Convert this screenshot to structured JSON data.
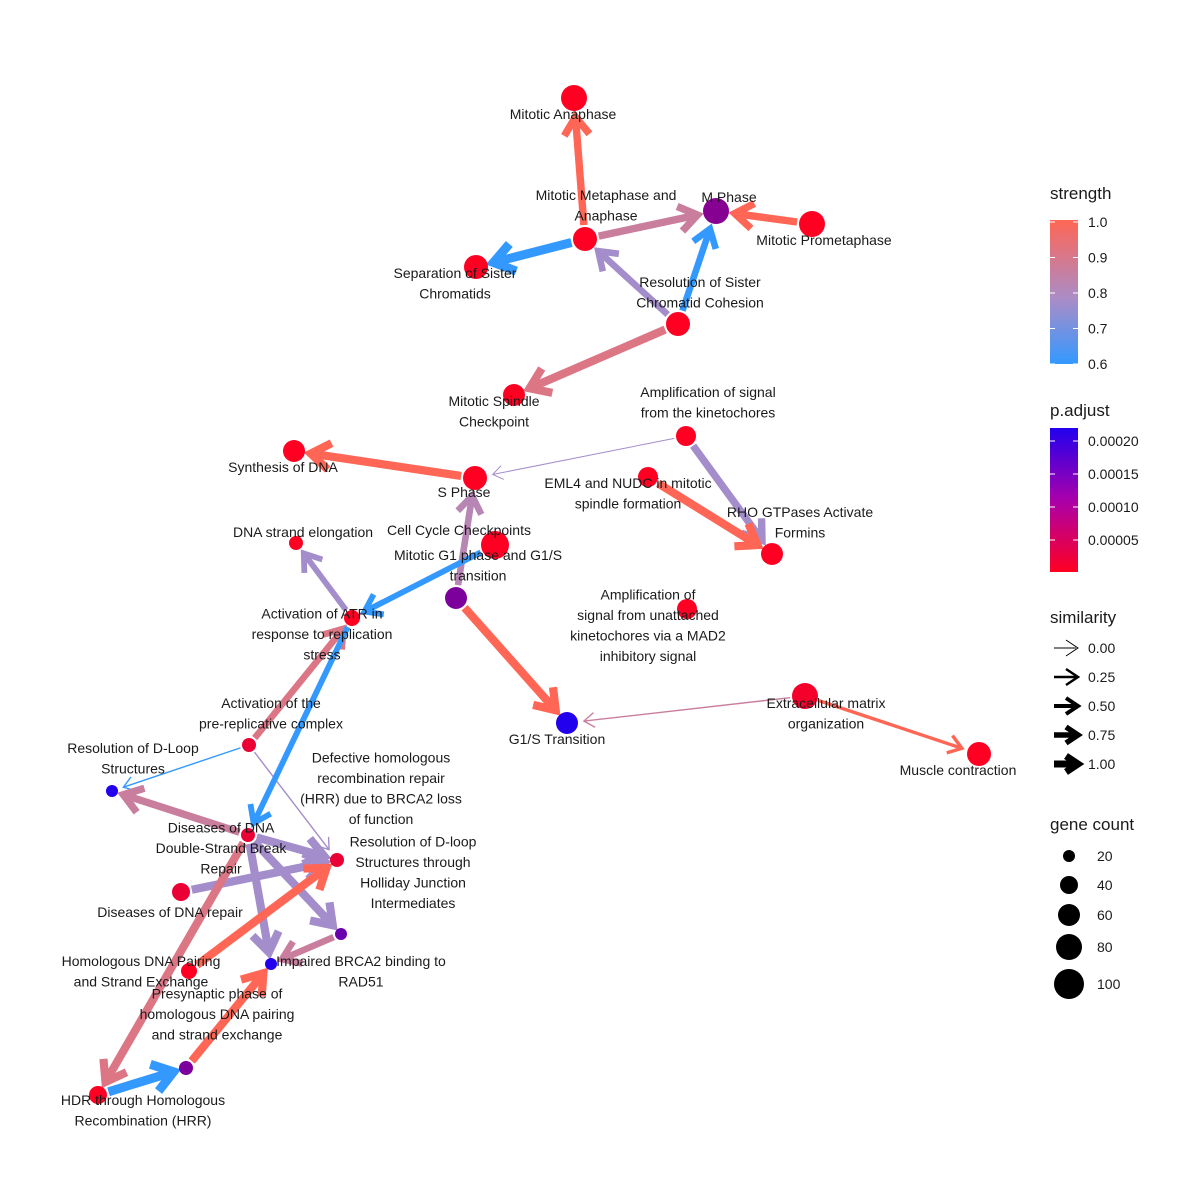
{
  "network": {
    "nodes": [
      {
        "id": "mitotic_anaphase",
        "label": [
          "Mitotic Anaphase"
        ],
        "p_adjust": 0.0
      },
      {
        "id": "m_phase",
        "label": [
          "M Phase"
        ],
        "p_adjust": 0.00012
      },
      {
        "id": "mitotic_metaphase",
        "label": [
          "Mitotic Metaphase and",
          "Anaphase"
        ],
        "p_adjust": 0.0
      },
      {
        "id": "mitotic_prometaphase",
        "label": [
          "Mitotic Prometaphase"
        ],
        "p_adjust": 0.0
      },
      {
        "id": "separation_sister",
        "label": [
          "Separation of Sister",
          "Chromatids"
        ],
        "p_adjust": 0.0
      },
      {
        "id": "resolution_cohesion",
        "label": [
          "Resolution of Sister",
          "Chromatid Cohesion"
        ],
        "p_adjust": 0.0
      },
      {
        "id": "spindle_checkpoint",
        "label": [
          "Mitotic Spindle",
          "Checkpoint"
        ],
        "p_adjust": 0.0
      },
      {
        "id": "amp_kinetochores",
        "label": [
          "Amplification of signal",
          "from the kinetochores"
        ],
        "p_adjust": 0.0
      },
      {
        "id": "synthesis_dna",
        "label": [
          "Synthesis of DNA"
        ],
        "p_adjust": 0.0
      },
      {
        "id": "s_phase",
        "label": [
          "S Phase"
        ],
        "p_adjust": 0.0
      },
      {
        "id": "eml4",
        "label": [
          "EML4 and NUDC in mitotic",
          "spindle formation"
        ],
        "p_adjust": 0.0
      },
      {
        "id": "rho_gtpases",
        "label": [
          "RHO GTPases Activate",
          "Formins"
        ],
        "p_adjust": 0.0
      },
      {
        "id": "dna_elongation",
        "label": [
          "DNA strand elongation"
        ],
        "p_adjust": 0.0
      },
      {
        "id": "cc_checkpoints",
        "label": [
          "Cell Cycle Checkpoints"
        ],
        "p_adjust": 0.0
      },
      {
        "id": "mitotic_g1",
        "label": [
          "Mitotic G1 phase and G1/S",
          "transition"
        ],
        "p_adjust": 0.00013
      },
      {
        "id": "amp_unattached",
        "label": [
          "Amplification of",
          "signal from unattached",
          "kinetochores via a MAD2",
          "inhibitory signal"
        ],
        "p_adjust": 0.0
      },
      {
        "id": "activation_atr",
        "label": [
          "Activation of ATR in",
          "response to replication",
          "stress"
        ],
        "p_adjust": 0.0
      },
      {
        "id": "ecm",
        "label": [
          "Extracellular matrix",
          "organization"
        ],
        "p_adjust": 1e-05
      },
      {
        "id": "g1s_transition",
        "label": [
          "G1/S Transition"
        ],
        "p_adjust": 0.00022
      },
      {
        "id": "muscle",
        "label": [
          "Muscle contraction"
        ],
        "p_adjust": 0.0
      },
      {
        "id": "prereplicative",
        "label": [
          "Activation of the",
          "pre-replicative complex"
        ],
        "p_adjust": 2e-05
      },
      {
        "id": "dloop",
        "label": [
          "Resolution of D-Loop",
          "Structures"
        ],
        "p_adjust": 0.00022
      },
      {
        "id": "defective_hrr",
        "label": [
          "Defective homologous",
          "recombination repair",
          "(HRR) due to BRCA2 loss",
          "of function"
        ],
        "p_adjust": 2e-05
      },
      {
        "id": "diseases_dsb",
        "label": [
          "Diseases of DNA",
          "Double-Strand Break",
          "Repair"
        ],
        "p_adjust": 2e-05
      },
      {
        "id": "dloop_holliday",
        "label": [
          "Resolution of D-loop",
          "Structures through",
          "Holliday Junction",
          "Intermediates"
        ],
        "p_adjust": 0.00015
      },
      {
        "id": "diseases_repair",
        "label": [
          "Diseases of DNA repair"
        ],
        "p_adjust": 2e-05
      },
      {
        "id": "impaired_brca2",
        "label": [
          "Impaired BRCA2 binding to",
          "RAD51"
        ],
        "p_adjust": 0.00022
      },
      {
        "id": "homologous_pairing",
        "label": [
          "Homologous DNA Pairing",
          "and Strand Exchange"
        ],
        "p_adjust": 0.0
      },
      {
        "id": "presynaptic",
        "label": [
          "Presynaptic phase of",
          "homologous DNA pairing",
          "and strand exchange"
        ],
        "p_adjust": 0.00013
      },
      {
        "id": "hdr",
        "label": [
          "HDR through Homologous",
          "Recombination (HRR)"
        ],
        "p_adjust": 0.0
      }
    ],
    "edges": [
      {
        "from": "mitotic_metaphase",
        "to": "mitotic_anaphase",
        "strength": 1.0,
        "similarity": 0.8
      },
      {
        "from": "mitotic_metaphase",
        "to": "m_phase",
        "strength": 0.85,
        "similarity": 0.8
      },
      {
        "from": "mitotic_prometaphase",
        "to": "m_phase",
        "strength": 1.0,
        "similarity": 0.8
      },
      {
        "from": "mitotic_metaphase",
        "to": "separation_sister",
        "strength": 0.6,
        "similarity": 1.0
      },
      {
        "from": "resolution_cohesion",
        "to": "mitotic_metaphase",
        "strength": 0.75,
        "similarity": 0.7
      },
      {
        "from": "resolution_cohesion",
        "to": "m_phase",
        "strength": 0.6,
        "similarity": 0.7
      },
      {
        "from": "resolution_cohesion",
        "to": "spindle_checkpoint",
        "strength": 0.9,
        "similarity": 0.9
      },
      {
        "from": "amp_kinetochores",
        "to": "s_phase",
        "strength": 0.75,
        "similarity": 0.0
      },
      {
        "from": "amp_kinetochores",
        "to": "rho_gtpases",
        "strength": 0.75,
        "similarity": 0.8
      },
      {
        "from": "s_phase",
        "to": "synthesis_dna",
        "strength": 1.0,
        "similarity": 0.9
      },
      {
        "from": "eml4",
        "to": "rho_gtpases",
        "strength": 1.0,
        "similarity": 0.9
      },
      {
        "from": "mitotic_g1",
        "to": "s_phase",
        "strength": 0.8,
        "similarity": 0.7
      },
      {
        "from": "cc_checkpoints",
        "to": "activation_atr",
        "strength": 0.6,
        "similarity": 0.6
      },
      {
        "from": "mitotic_g1",
        "to": "g1s_transition",
        "strength": 1.0,
        "similarity": 0.9
      },
      {
        "from": "activation_atr",
        "to": "dna_elongation",
        "strength": 0.75,
        "similarity": 0.6
      },
      {
        "from": "prereplicative",
        "to": "activation_atr",
        "strength": 0.9,
        "similarity": 0.7
      },
      {
        "from": "ecm",
        "to": "g1s_transition",
        "strength": 0.85,
        "similarity": 0.05
      },
      {
        "from": "ecm",
        "to": "muscle",
        "strength": 1.0,
        "similarity": 0.3
      },
      {
        "from": "prereplicative",
        "to": "dloop",
        "strength": 0.6,
        "similarity": 0.05
      },
      {
        "from": "prereplicative",
        "to": "defective_hrr",
        "strength": 0.75,
        "similarity": 0.05
      },
      {
        "from": "activation_atr",
        "to": "diseases_dsb",
        "strength": 0.6,
        "similarity": 0.6
      },
      {
        "from": "diseases_dsb",
        "to": "dloop",
        "strength": 0.85,
        "similarity": 0.8
      },
      {
        "from": "diseases_dsb",
        "to": "dloop_holliday",
        "strength": 0.75,
        "similarity": 0.9
      },
      {
        "from": "diseases_dsb",
        "to": "defective_hrr",
        "strength": 0.75,
        "similarity": 0.9
      },
      {
        "from": "diseases_dsb",
        "to": "impaired_brca2",
        "strength": 0.75,
        "similarity": 0.9
      },
      {
        "from": "diseases_repair",
        "to": "defective_hrr",
        "strength": 0.75,
        "similarity": 0.9
      },
      {
        "from": "dloop_holliday",
        "to": "impaired_brca2",
        "strength": 0.85,
        "similarity": 0.7
      },
      {
        "from": "homologous_pairing",
        "to": "defective_hrr",
        "strength": 1.0,
        "similarity": 0.9
      },
      {
        "from": "diseases_dsb",
        "to": "hdr",
        "strength": 0.9,
        "similarity": 0.9
      },
      {
        "from": "presynaptic",
        "to": "impaired_brca2",
        "strength": 1.0,
        "similarity": 0.9
      },
      {
        "from": "hdr",
        "to": "presynaptic",
        "strength": 0.6,
        "similarity": 1.0
      }
    ]
  },
  "legend": {
    "strength": {
      "title": "strength",
      "ticks": [
        "1.0",
        "0.9",
        "0.8",
        "0.7",
        "0.6"
      ],
      "low_color": "#3399FF",
      "high_color": "#FF6655"
    },
    "p_adjust": {
      "title": "p.adjust",
      "ticks": [
        "0.00020",
        "0.00015",
        "0.00010",
        "0.00005"
      ],
      "low_color": "#FF0022",
      "high_color": "#2200EE"
    },
    "similarity": {
      "title": "similarity",
      "ticks": [
        "0.00",
        "0.25",
        "0.50",
        "0.75",
        "1.00"
      ]
    },
    "gene_count": {
      "title": "gene count",
      "ticks": [
        "20",
        "40",
        "60",
        "80",
        "100"
      ]
    }
  }
}
